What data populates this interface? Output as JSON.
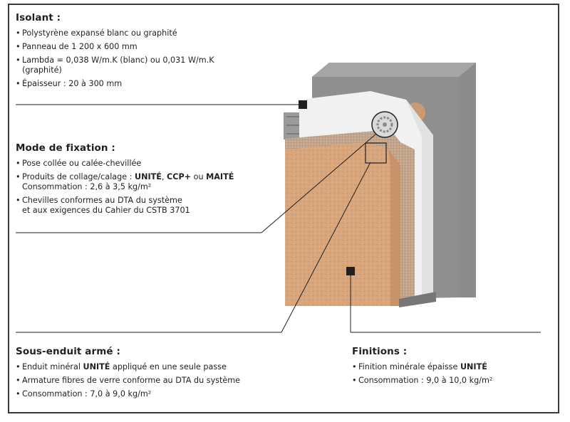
{
  "isolant": {
    "title": "Isolant :",
    "items": [
      [
        "Polystyrène expansé blanc ou graphité"
      ],
      [
        "Panneau de 1 200 x 600 mm"
      ],
      [
        "Lambda = 0,038 W/m.K (blanc) ou 0,031 W/m.K",
        "(graphité)"
      ],
      [
        "Épaisseur : 20 à 300 mm"
      ]
    ]
  },
  "fixation": {
    "title": "Mode de fixation :",
    "item1": "Pose collée ou calée-chevillée",
    "item2": {
      "prefix": "Produits de collage/calage : ",
      "p1": "UNITÉ",
      "sep1": ", ",
      "p2": "CCP+",
      "sep2": " ou ",
      "p3": "MAITÉ",
      "line2": "Consommation : 2,6 à 3,5 kg/m²"
    },
    "item3": {
      "line1": "Chevilles conformes au DTA du système",
      "line2": "et aux exigences du Cahier du CSTB 3701"
    }
  },
  "sous_enduit": {
    "title": "Sous-enduit armé :",
    "item1": {
      "pre": "Enduit minéral ",
      "bold": "UNITÉ",
      "post": " appliqué en une seule passe"
    },
    "item2": "Armature fibres de verre conforme au DTA du système",
    "item3": "Consommation : 7,0 à 9,0 kg/m²"
  },
  "finitions": {
    "title": "Finitions :",
    "item1": {
      "pre": "Finition minérale épaisse ",
      "bold": "UNITÉ"
    },
    "item2": "Consommation : 9,0 à 10,0 kg/m²"
  },
  "colors": {
    "concrete": "#8c8c8c",
    "insulation": "#f1f1f1",
    "render": "#d9a57c",
    "mesh": "#c3a48a",
    "leader": "#231f20"
  }
}
